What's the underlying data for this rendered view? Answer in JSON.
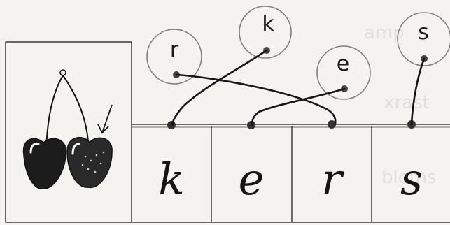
{
  "bubble_letters": [
    "r",
    "k",
    "e",
    "s"
  ],
  "cursive_word": [
    "k",
    "e",
    "r",
    "s"
  ],
  "colors": {
    "ink": "#1a1a1a",
    "paper": "#f4f3f0",
    "circle_stroke": "#7f7f7f"
  }
}
